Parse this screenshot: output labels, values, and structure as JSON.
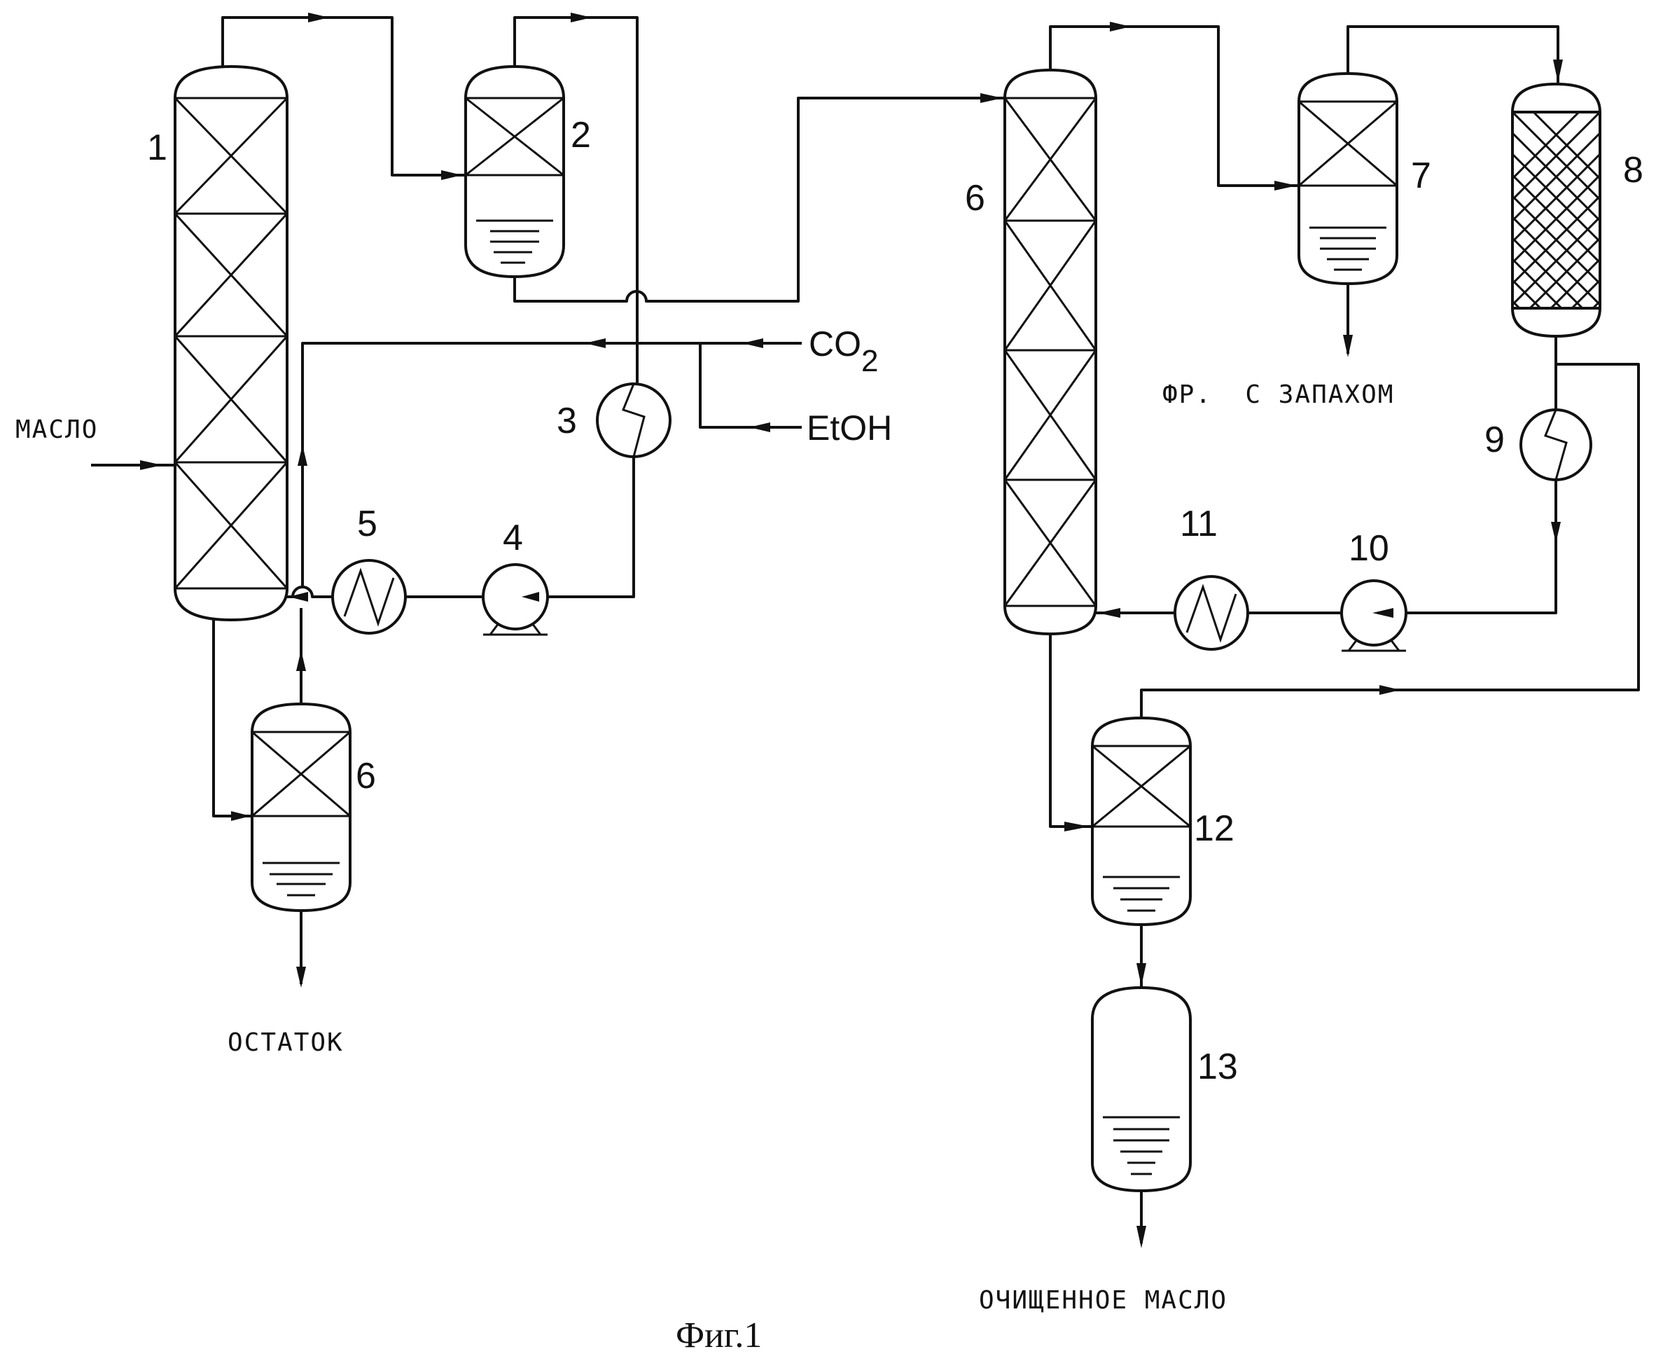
{
  "figure": {
    "caption": "Фиг.1"
  },
  "streams": {
    "feed_oil": "МАСЛО",
    "co2": "CO",
    "co2_sub": "2",
    "ethanol": "EtOH",
    "residue": "ОСТАТОК",
    "odor_fraction": "ФР.  С ЗАПАХОМ",
    "purified_oil": "ОЧИЩЕННОЕ МАСЛО"
  },
  "units": {
    "u1": "1",
    "u2": "2",
    "u3": "3",
    "u4": "4",
    "u5": "5",
    "u6a": "6",
    "u6b": "6",
    "u7": "7",
    "u8": "8",
    "u9": "9",
    "u10": "10",
    "u11": "11",
    "u12": "12",
    "u13": "13"
  },
  "colors": {
    "ink": "#111111",
    "paper": "#ffffff"
  }
}
